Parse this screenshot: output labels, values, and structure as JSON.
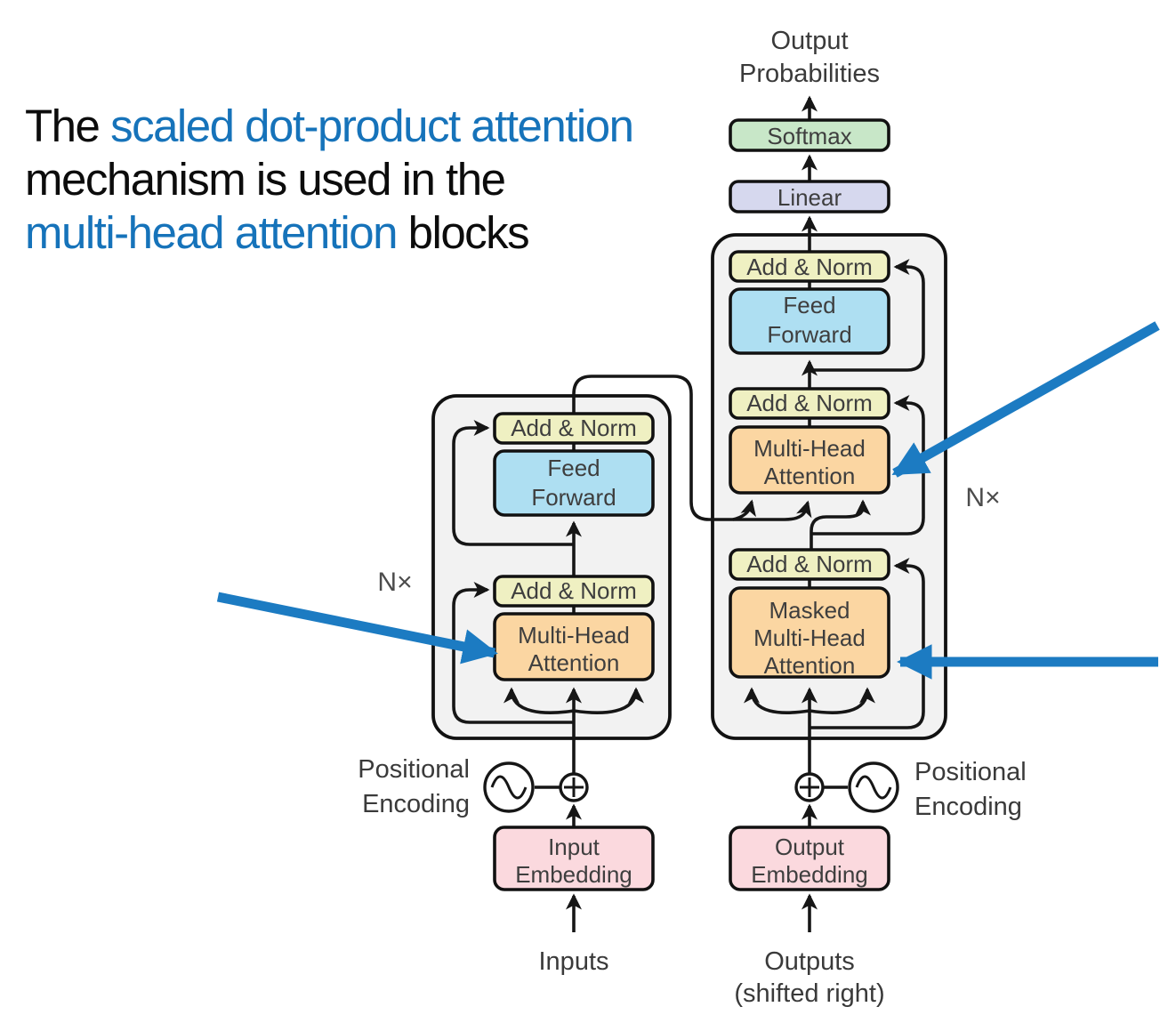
{
  "annotation": {
    "segments": [
      "The ",
      "scaled dot-product attention",
      "mechanism is used in the",
      "multi-head attention",
      " blocks"
    ],
    "accent_color": "#1673ba"
  },
  "diagram": {
    "colors": {
      "softmax": "#c8e7c8",
      "linear": "#d6d8ee",
      "add_norm": "#eff0c2",
      "feed_forward": "#aedff2",
      "attention": "#fbd6a2",
      "embedding": "#fbd9de",
      "container": "#f2f2f2",
      "arrow_blue": "#1c7bc2",
      "line_black": "#161616"
    },
    "labels": {
      "output_probabilities": [
        "Output",
        "Probabilities"
      ],
      "softmax": "Softmax",
      "linear": "Linear",
      "add_norm": "Add & Norm",
      "feed_forward": [
        "Feed",
        "Forward"
      ],
      "multi_head_attention": [
        "Multi-Head",
        "Attention"
      ],
      "masked_multi_head_attention": [
        "Masked",
        "Multi-Head",
        "Attention"
      ],
      "input_embedding": [
        "Input",
        "Embedding"
      ],
      "output_embedding": [
        "Output",
        "Embedding"
      ],
      "positional_encoding": [
        "Positional",
        "Encoding"
      ],
      "inputs": "Inputs",
      "outputs": [
        "Outputs",
        "(shifted right)"
      ],
      "n_times": "N×"
    }
  }
}
